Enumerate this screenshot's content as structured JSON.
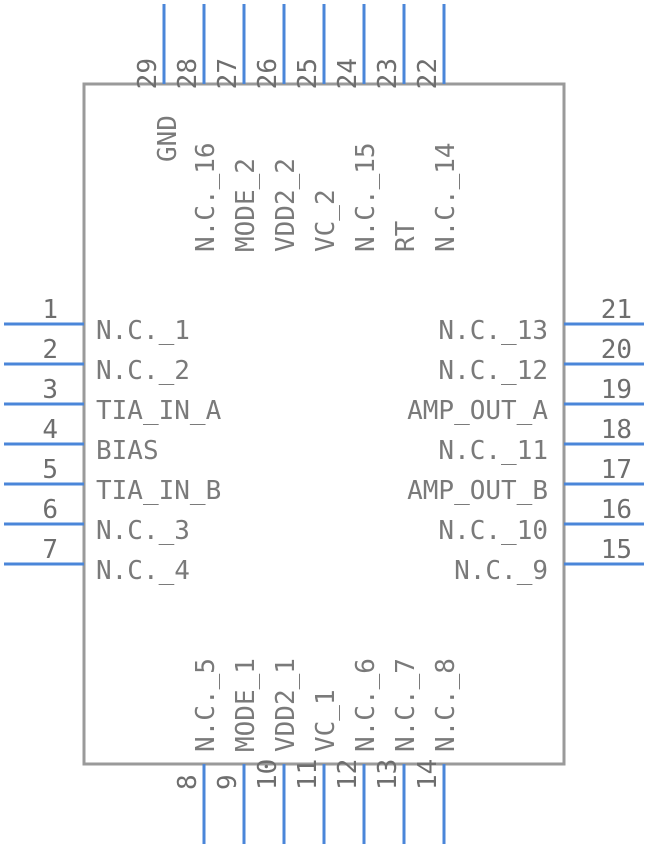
{
  "diagram": {
    "colors": {
      "pin": "#4a86d9",
      "body": "#9a9a9a",
      "text": "#7a7a7a"
    },
    "left_pins": [
      {
        "number": "1",
        "name": "N.C._1"
      },
      {
        "number": "2",
        "name": "N.C._2"
      },
      {
        "number": "3",
        "name": "TIA_IN_A"
      },
      {
        "number": "4",
        "name": "BIAS"
      },
      {
        "number": "5",
        "name": "TIA_IN_B"
      },
      {
        "number": "6",
        "name": "N.C._3"
      },
      {
        "number": "7",
        "name": "N.C._4"
      }
    ],
    "right_pins": [
      {
        "number": "21",
        "name": "N.C._13"
      },
      {
        "number": "20",
        "name": "N.C._12"
      },
      {
        "number": "19",
        "name": "AMP_OUT_A"
      },
      {
        "number": "18",
        "name": "N.C._11"
      },
      {
        "number": "17",
        "name": "AMP_OUT_B"
      },
      {
        "number": "16",
        "name": "N.C._10"
      },
      {
        "number": "15",
        "name": "N.C._9"
      }
    ],
    "bottom_pins": [
      {
        "number": "8",
        "name": "N.C._5"
      },
      {
        "number": "9",
        "name": "MODE_1"
      },
      {
        "number": "10",
        "name": "VDD2_1"
      },
      {
        "number": "11",
        "name": "VC_1"
      },
      {
        "number": "12",
        "name": "N.C._6"
      },
      {
        "number": "13",
        "name": "N.C._7"
      },
      {
        "number": "14",
        "name": "N.C._8"
      }
    ],
    "top_pins": [
      {
        "number": "29",
        "name": "GND"
      },
      {
        "number": "28",
        "name": "N.C._16"
      },
      {
        "number": "27",
        "name": "MODE_2"
      },
      {
        "number": "26",
        "name": "VDD2_2"
      },
      {
        "number": "25",
        "name": "VC_2"
      },
      {
        "number": "24",
        "name": "N.C._15"
      },
      {
        "number": "23",
        "name": "RT"
      },
      {
        "number": "22",
        "name": "N.C._14"
      }
    ]
  }
}
